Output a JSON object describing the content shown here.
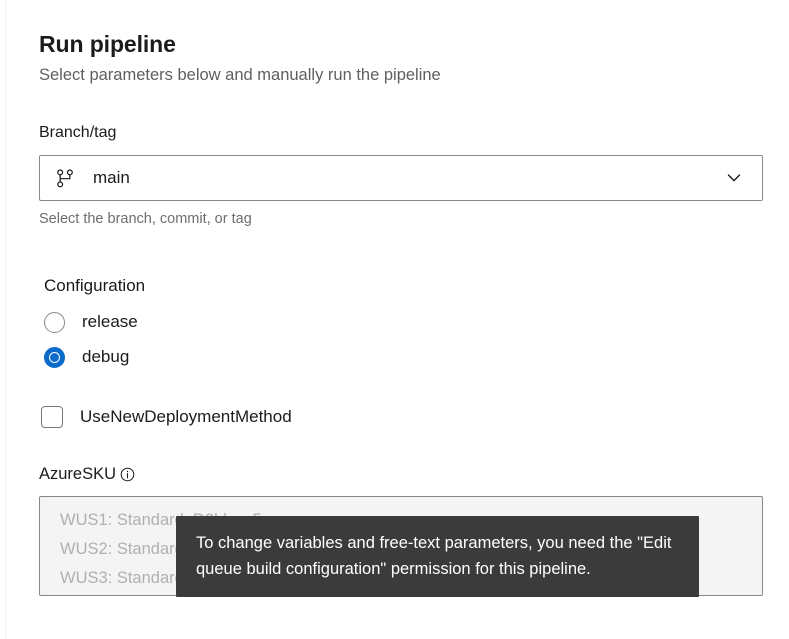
{
  "header": {
    "title": "Run pipeline",
    "subtitle": "Select parameters below and manually run the pipeline"
  },
  "branch_field": {
    "label": "Branch/tag",
    "icon": "git-branch-icon",
    "value": "main",
    "chevron_icon": "chevron-down-icon",
    "hint": "Select the branch, commit, or tag"
  },
  "configuration": {
    "label": "Configuration",
    "options": [
      {
        "label": "release",
        "checked": false
      },
      {
        "label": "debug",
        "checked": true
      }
    ]
  },
  "checkbox": {
    "label": "UseNewDeploymentMethod",
    "checked": false
  },
  "azure_sku": {
    "label": "AzureSKU",
    "info_icon": "info-circle-icon",
    "options": [
      "WUS1: Standard_D2lds_v5",
      "WUS2: Standard_D2lds_v5",
      "WUS3: Standard_D2lds_v5"
    ]
  },
  "tooltip": {
    "text": "To change variables and free-text parameters, you need the \"Edit queue build configuration\" permission for this pipeline."
  },
  "colors": {
    "accent_blue": "#0b6bcb",
    "tooltip_background": "#3b3b3b",
    "listbox_background": "#f4f4f4",
    "border_gray": "#8a8886",
    "muted_text": "#6e6e6e"
  }
}
